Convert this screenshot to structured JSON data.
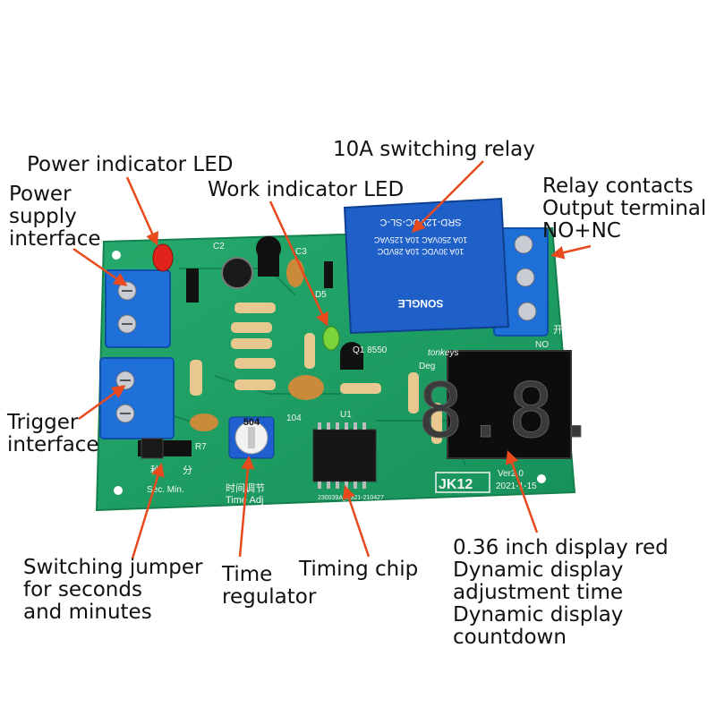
{
  "callouts": {
    "power_led": "Power indicator LED",
    "power_supply": "Power\nsupply\ninterface",
    "work_led": "Work indicator LED",
    "relay": "10A switching relay",
    "relay_contacts": "Relay contacts\nOutput terminal\nNO+NC",
    "trigger": "Trigger\ninterface",
    "jumper": "Switching jumper\nfor seconds\nand minutes",
    "time_regulator": "Time\nregulator",
    "timing_chip": "Timing chip",
    "display": "0.36 inch display red\nDynamic display\nadjustment time\nDynamic display\ncountdown"
  },
  "board": {
    "model": "JK12",
    "version": "Ver2.0",
    "date": "2021-1-15",
    "pcb_code": "230039A_P321-210427",
    "silk_time_adj_cn": "时间调节",
    "silk_time_adj": "Time Adj",
    "silk_sec_cn": "秒",
    "silk_min_cn": "分",
    "silk_sec_min": "Sec. Min.",
    "silk_tonkeys": "tonkeys",
    "silk_q": "Q1 8550",
    "silk_r7": "R7",
    "silk_u1": "U1",
    "silk_104": "104",
    "silk_c2": "C2",
    "silk_c3": "C3",
    "silk_d5": "D5",
    "silk_deg": "Deg",
    "silk_no": "NO",
    "silk_nc_cn": "开",
    "pot_label": "504",
    "relay_brand": "SONGLE",
    "relay_model": "SRD-12VDC-SL-C",
    "relay_rating1": "10A 250VAC  10A 125VAC",
    "relay_rating2": "10A 30VDC  10A 28VDC",
    "display_digits": "8.8."
  },
  "colors": {
    "pcb": "#1fa064",
    "terminal": "#1e6fd8",
    "relay": "#1e5fc8",
    "arrow": "#e8491d"
  }
}
